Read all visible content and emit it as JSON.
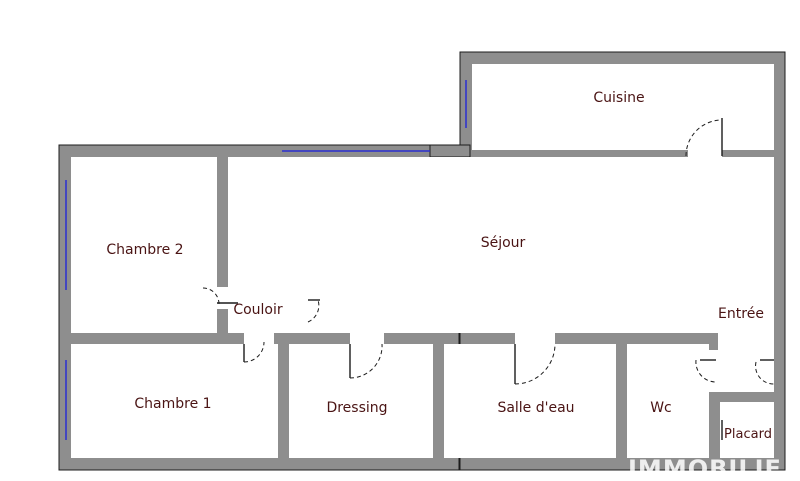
{
  "rooms": {
    "cuisine": "Cuisine",
    "sejour": "Séjour",
    "chambre2": "Chambre 2",
    "couloir": "Couloir",
    "entree": "Entrée",
    "chambre1": "Chambre 1",
    "dressing": "Dressing",
    "salle_deau": "Salle d'eau",
    "wc": "Wc",
    "placard": "Placard"
  },
  "watermark": "IMMOBILIE",
  "colors": {
    "wall": "#8e8e8e",
    "window": "#2a2fd0",
    "label": "#4a1414"
  }
}
